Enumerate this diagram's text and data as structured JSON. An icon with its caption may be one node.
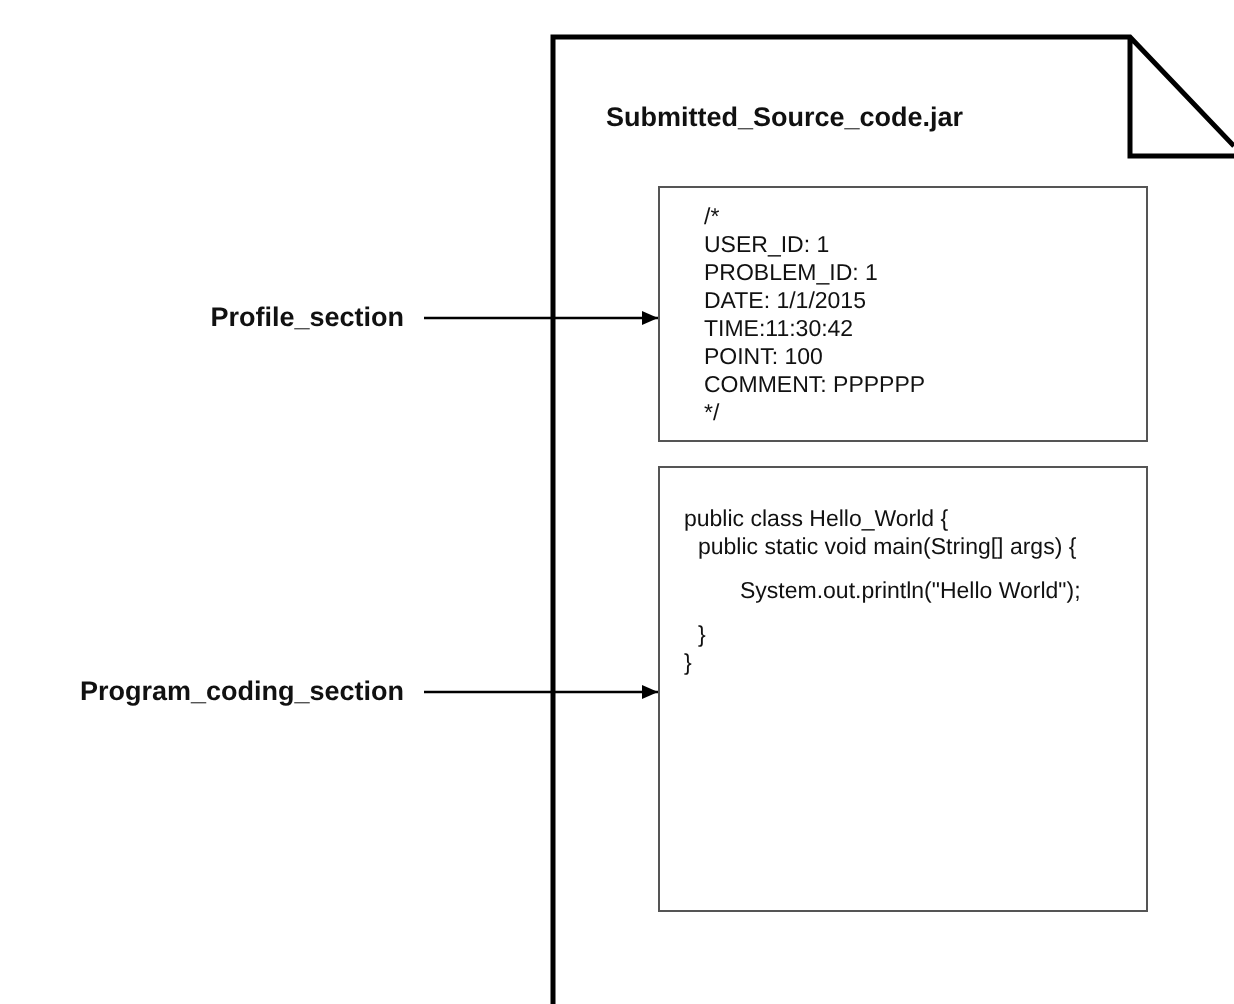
{
  "diagram": {
    "nodes": [
      {
        "text": [
          "Submitted_Source_code.jar"
        ]
      },
      {
        "text": [
          "/*",
          "USER_ID: 1",
          "PROBLEM_ID: 1",
          "DATE: 1/1/2015",
          "TIME:11:30:42",
          "POINT: 100",
          "COMMENT: PPPPPP",
          "*/"
        ],
        "in": 0
      },
      {
        "text": [
          "public class Hello_World {",
          "public static void main(String[] args) {",
          "System.out.println(\"Hello World\");",
          "}",
          "}"
        ],
        "in": 0
      },
      {
        "text": [
          "Profile_section"
        ]
      },
      {
        "text": [
          "Program_coding_section"
        ]
      }
    ],
    "edges": [
      {
        "from": 3,
        "to": 1,
        "arrow": "to"
      },
      {
        "from": 4,
        "to": 2,
        "arrow": "to"
      }
    ]
  }
}
